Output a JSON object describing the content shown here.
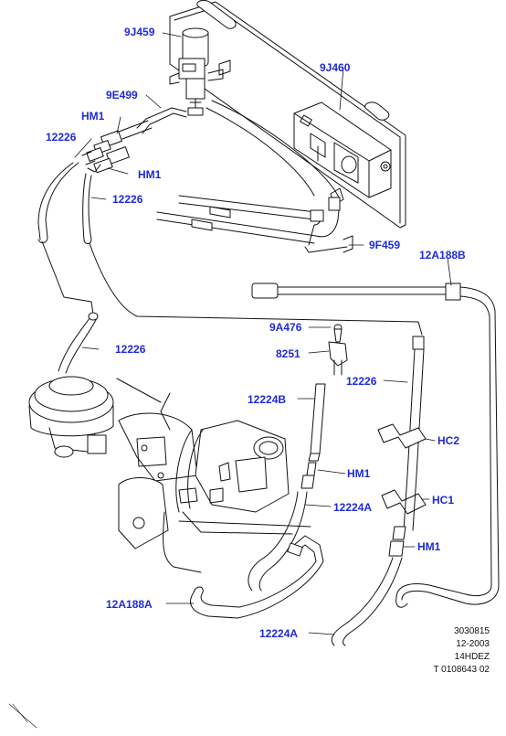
{
  "colors": {
    "label": "#1e2bd6",
    "line": "#111111"
  },
  "callouts": {
    "c9J459": "9J459",
    "c9J460": "9J460",
    "c9E499": "9E499",
    "cHM1a": "HM1",
    "c12226a": "12226",
    "cHM1b": "HM1",
    "c12226b": "12226",
    "c9F459": "9F459",
    "c12A188B": "12A188B",
    "c9A476": "9A476",
    "c12226c": "12226",
    "c8251": "8251",
    "c12226d": "12226",
    "c12224B": "12224B",
    "cHC2": "HC2",
    "cHM1c": "HM1",
    "cHC1": "HC1",
    "c12224A": "12224A",
    "cHM1d": "HM1",
    "c12A188A": "12A188A",
    "c12224A2": "12224A"
  },
  "reference": {
    "line1": "3030815",
    "line2": "12-2003",
    "line3": "14HDEZ",
    "line4": "T 0108643 02"
  }
}
